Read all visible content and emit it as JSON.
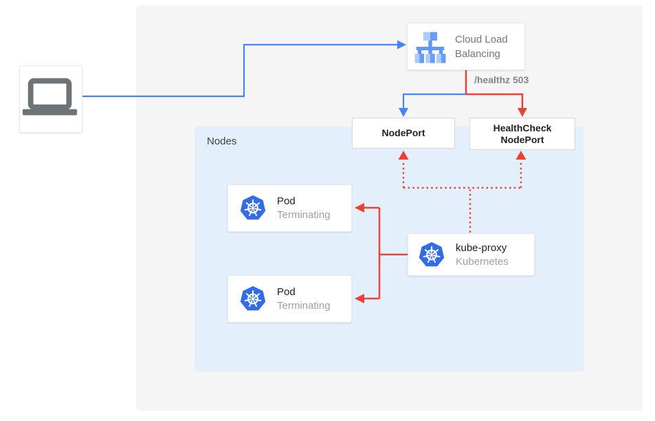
{
  "diagram": {
    "client": {
      "icon": "laptop-icon"
    },
    "cloud_load_balancing": {
      "label": "Cloud Load Balancing",
      "icon": "cloud-load-balancing-icon"
    },
    "healthz_edge_label": "/healthz 503",
    "nodeport": {
      "label": "NodePort"
    },
    "healthcheck_nodeport": {
      "label": "HealthCheck NodePort"
    },
    "nodes_group": {
      "label": "Nodes"
    },
    "pods": [
      {
        "title": "Pod",
        "subtitle": "Terminating",
        "icon": "kubernetes-icon"
      },
      {
        "title": "Pod",
        "subtitle": "Terminating",
        "icon": "kubernetes-icon"
      }
    ],
    "kube_proxy": {
      "title": "kube-proxy",
      "subtitle": "Kubernetes",
      "icon": "kubernetes-icon"
    },
    "colors": {
      "traffic_blue": "#4285f4",
      "health_red": "#ea4335",
      "nodes_group_bg": "#e3f0fc",
      "panel_bg": "#f5f5f6",
      "kubernetes_blue": "#326de6",
      "muted_text": "#9aa0a6",
      "dark_text": "#202124"
    }
  }
}
